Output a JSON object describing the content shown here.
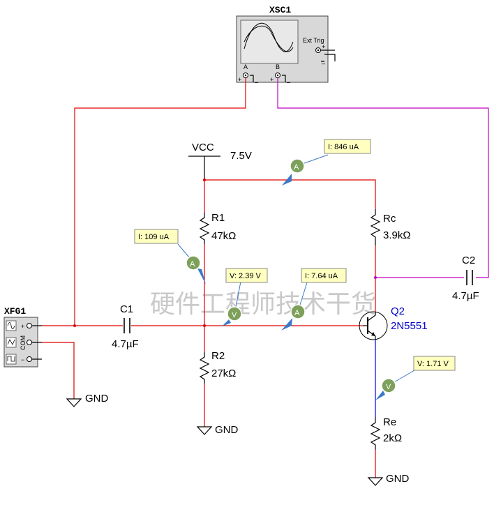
{
  "watermark": "硬件工程师技术干货",
  "oscilloscope": {
    "name": "XSC1",
    "ext_trig": "Ext Trig",
    "channel_a": "A",
    "channel_b": "B",
    "plus": "+",
    "minus": "_"
  },
  "function_generator": {
    "name": "XFG1",
    "plus": "+",
    "com": "COM",
    "minus": "−"
  },
  "supply": {
    "label": "VCC",
    "value": "7.5V"
  },
  "components": {
    "r1": {
      "name": "R1",
      "value": "47kΩ"
    },
    "r2": {
      "name": "R2",
      "value": "27kΩ"
    },
    "rc": {
      "name": "Rc",
      "value": "3.9kΩ"
    },
    "re": {
      "name": "Re",
      "value": "2kΩ"
    },
    "c1": {
      "name": "C1",
      "value": "4.7µF"
    },
    "c2": {
      "name": "C2",
      "value": "4.7µF"
    },
    "q2": {
      "name": "Q2",
      "part": "2N5551"
    }
  },
  "ground_label": "GND",
  "probes": {
    "i_collector": {
      "symbol": "A",
      "reading": "I: 846 uA"
    },
    "i_divider": {
      "symbol": "A",
      "reading": "I: 109 uA"
    },
    "v_base": {
      "symbol": "V",
      "reading": "V: 2.39 V"
    },
    "i_base": {
      "symbol": "A",
      "reading": "I: 7.64 uA"
    },
    "v_emitter": {
      "symbol": "V",
      "reading": "V: 1.71 V"
    }
  },
  "colors": {
    "wire_red": "#e00000",
    "wire_magenta": "#c000c0",
    "wire_blue": "#0000dd",
    "probe_box": "#ffffc0",
    "probe_bubble": "#7da05a",
    "probe_arrow": "#3c78c8"
  }
}
